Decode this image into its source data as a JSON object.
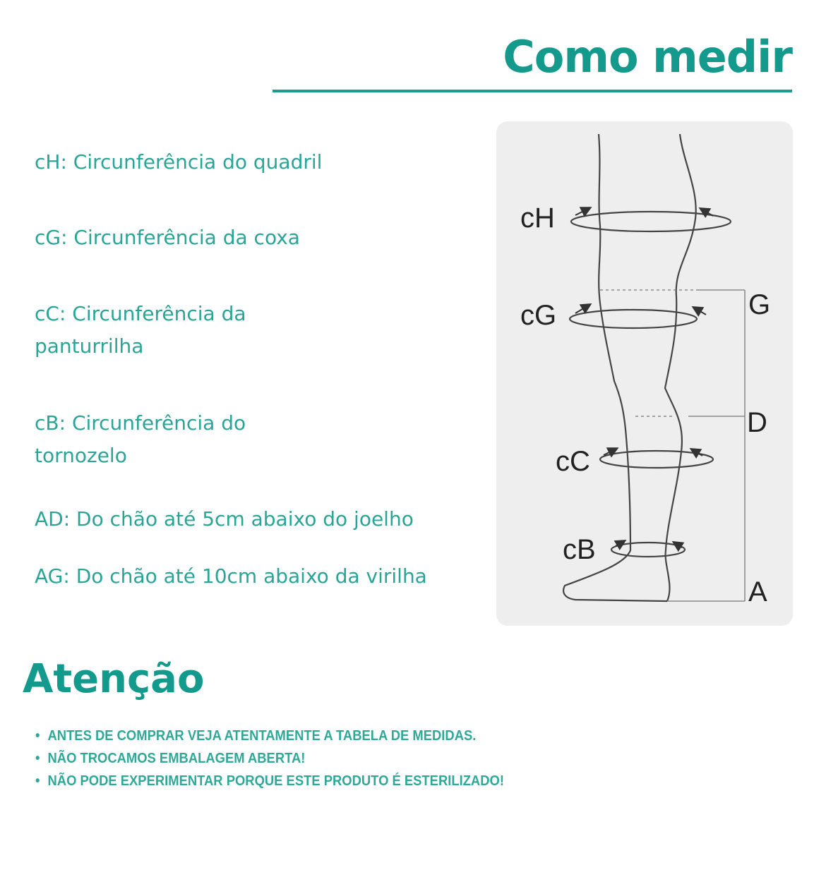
{
  "header": {
    "title": "Como medir"
  },
  "measures": [
    {
      "text": "cH: Circunferência do quadril"
    },
    {
      "text": "cG: Circunferência da coxa"
    },
    {
      "text": "cC: Circunferência da panturrilha"
    },
    {
      "text": "cB: Circunferência do tornozelo"
    },
    {
      "text": "AD: Do chão até 5cm abaixo do joelho"
    },
    {
      "text": "AG: Do chão até 10cm abaixo da virilha"
    }
  ],
  "diagram": {
    "labels": {
      "cH": "cH",
      "cG": "cG",
      "cC": "cC",
      "cB": "cB",
      "G": "G",
      "D": "D",
      "A": "A"
    }
  },
  "attention": {
    "title": "Atenção",
    "items": [
      "ANTES DE COMPRAR VEJA ATENTAMENTE A TABELA DE MEDIDAS.",
      "NÃO TROCAMOS EMBALAGEM ABERTA!",
      "NÃO PODE EXPERIMENTAR PORQUE ESTE PRODUTO É ESTERILIZADO!"
    ]
  },
  "colors": {
    "accent": "#139a8c",
    "text": "#2aa497",
    "panel": "#eeeeee"
  }
}
